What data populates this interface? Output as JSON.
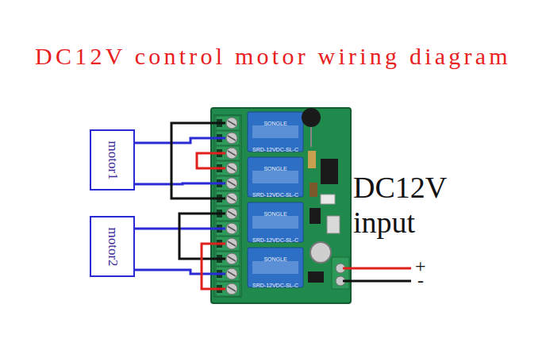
{
  "diagram": {
    "title": "DC12V control motor wiring diagram",
    "nodes": [
      {
        "text": [
          "motor1"
        ]
      },
      {
        "text": [
          "motor2"
        ]
      }
    ],
    "labels": [
      "SONGLE",
      "SRD-12VDC-SL-C",
      "SONGLE",
      "SRD-12VDC-SL-C",
      "SONGLE",
      "SRD-12VDC-SL-C",
      "SONGLE",
      "SRD-12VDC-SL-C",
      "DC12V",
      "input",
      "+",
      "-"
    ]
  }
}
